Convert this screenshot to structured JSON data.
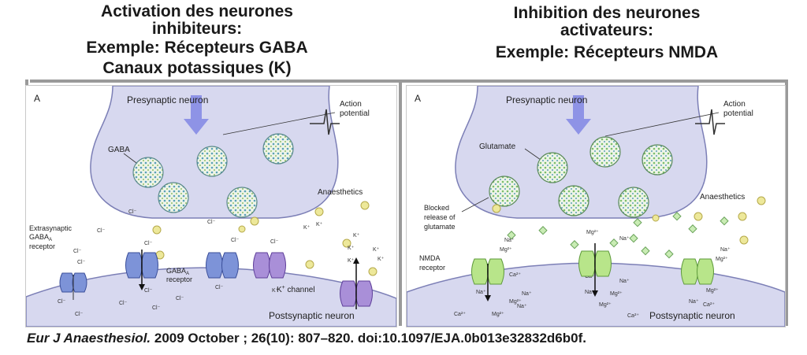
{
  "headings": {
    "left": {
      "line1": "Activation des neurones",
      "line2": "inhibiteurs:",
      "line3": "Exemple: Récepteurs GABA",
      "line4": "Canaux potassiques (K)"
    },
    "right": {
      "line1": "Inhibition des neurones",
      "line2": "activateurs:",
      "line3": "Exemple: Récepteurs NMDA"
    }
  },
  "left_panel": {
    "panel_letter": "A",
    "presynaptic": "Presynaptic neuron",
    "action_potential_1": "Action",
    "action_potential_2": "potential",
    "gaba": "GABA",
    "anaesthetics": "Anaesthetics",
    "extrasynaptic_1": "Extrasynaptic",
    "extrasynaptic_2": "GABA",
    "extrasynaptic_2_sub": "A",
    "extrasynaptic_3": "receptor",
    "gaba_a_1": "GABA",
    "gaba_a_sub": "A",
    "gaba_a_2": "receptor",
    "k_channel": "K",
    "k_channel_sup": "+",
    "k_channel_rest": " channel",
    "postsynaptic": "Postsynaptic neuron",
    "cl": "Cl",
    "cl_sup": "−",
    "k": "K",
    "k_sup": "+"
  },
  "right_panel": {
    "panel_letter": "A",
    "presynaptic": "Presynaptic neuron",
    "action_potential_1": "Action",
    "action_potential_2": "potential",
    "glutamate": "Glutamate",
    "anaesthetics": "Anaesthetics",
    "blocked_1": "Blocked",
    "blocked_2": "release of",
    "blocked_3": "glutamate",
    "nmda_1": "NMDA",
    "nmda_2": "receptor",
    "postsynaptic": "Postsynaptic neuron",
    "na": "Na",
    "na_sup": "+",
    "mg": "Mg",
    "mg_sup": "2+",
    "ca": "Ca",
    "ca_sup": "2+"
  },
  "citation": {
    "journal": "Eur J Anaesthesiol.",
    "rest": " 2009 October ; 26(10): 807–820. doi:10.1097/EJA.0b013e32832d6b0f."
  },
  "colors": {
    "neuron_fill": "#d7d8ef",
    "neuron_stroke": "#7c7fb6",
    "arrow": "#8e93e6",
    "vesicle": "#e6f0df",
    "gaba_receptor": "#7d93d8",
    "k_channel": "#a98fd8",
    "nmda_receptor": "#b8e58a",
    "anaesthetic": "#ede89a"
  }
}
